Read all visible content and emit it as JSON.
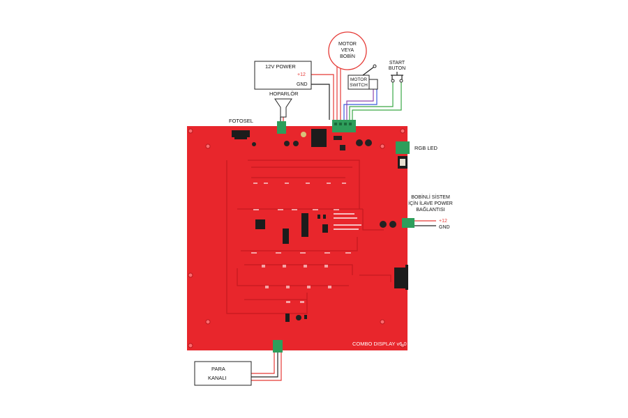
{
  "labels": {
    "power_box_title": "12V POWER",
    "power_plus": "+12",
    "power_gnd": "GND",
    "speaker": "HOPARLÖR",
    "motor_circle_line1": "MOTOR",
    "motor_circle_line2": "VEYA",
    "motor_circle_line3": "BOBİN",
    "motor_switch_line1": "MOTOR",
    "motor_switch_line2": "SWITCH",
    "start_line1": "START",
    "start_line2": "BUTON",
    "fotosel": "FOTOSEL",
    "rgb_led": "RGB LED",
    "extra_power_line1": "BOBİNLİ SİSTEM",
    "extra_power_line2": "İÇİN İLAVE POWER",
    "extra_power_line3": "BAĞLANTISI",
    "extra_plus": "+12",
    "extra_gnd": "GND",
    "board_name": "COMBO DISPLAY v6.0",
    "para_line1": "PARA",
    "para_line2": "KANALI"
  },
  "colors": {
    "board": "#e8262c",
    "board_trace": "#c41a20",
    "connector": "#2e9e5b",
    "wire_red": "#e53935",
    "wire_black": "#222222",
    "wire_green": "#3aa845",
    "wire_blue": "#3b5bdb",
    "wire_purple": "#8e44ad",
    "circle_outline": "#e53935",
    "plus_text": "#e53935"
  }
}
